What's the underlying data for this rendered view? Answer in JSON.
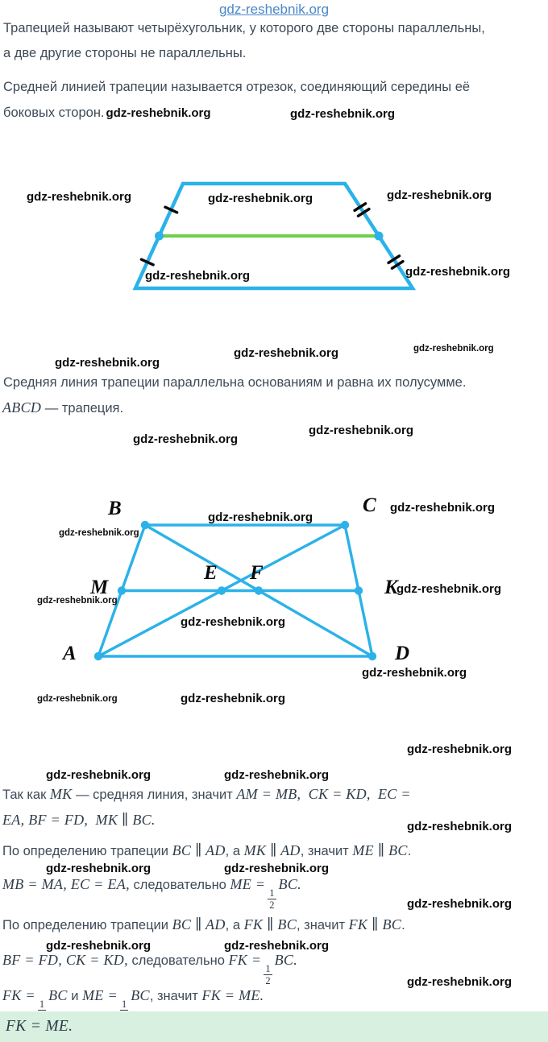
{
  "header": {
    "site_link": "gdz-reshebnik.org"
  },
  "watermark": "gdz-reshebnik.org",
  "colors": {
    "link_blue": "#4a87c9",
    "diagram_cyan": "#2bb2e8",
    "midline_green": "#6fcf4a",
    "result_bg": "#d7f0df",
    "text": "#3d4a57"
  },
  "intro": {
    "line1": "Трапецией называют четырёхугольник, у которого две стороны параллельны,",
    "line2": "а две другие стороны не параллельны.",
    "line3": "Средней линией трапеции называется отрезок, соединяющий середины её",
    "line4": "боковых сторон."
  },
  "property_text": "Средняя линия трапеции параллельна основаниям и равна их полусумме.",
  "abcd_line": [
    {
      "m": "ABCD"
    },
    {
      "t": " — трапеция."
    }
  ],
  "diagram2": {
    "labels": {
      "B": "B",
      "C": "C",
      "M": "M",
      "K": "K",
      "A": "A",
      "D": "D",
      "E": "E",
      "F": "F"
    }
  },
  "solution_lines": [
    [
      {
        "t": "Так как "
      },
      {
        "m": "MK"
      },
      {
        "t": " — средняя линия, значит "
      },
      {
        "m": "AM = MB, CK = KD, EC ="
      }
    ],
    [
      {
        "m": "EA, BF = FD, MK ∥ BC."
      }
    ],
    [
      {
        "t": "По определению трапеции "
      },
      {
        "m": "BC ∥ AD"
      },
      {
        "t": ", а "
      },
      {
        "m": "MK ∥ AD"
      },
      {
        "t": ", значит "
      },
      {
        "m": "ME ∥ BC"
      },
      {
        "t": "."
      }
    ],
    [
      {
        "m": "MB = MA, EC = EA,"
      },
      {
        "t": " следовательно "
      },
      {
        "m": "ME ="
      },
      {
        "f": {
          "n": "1",
          "d": "2"
        }
      },
      {
        "m": "BC."
      }
    ],
    [
      {
        "t": "По определению трапеции "
      },
      {
        "m": "BC ∥ AD"
      },
      {
        "t": ", а "
      },
      {
        "m": "FK ∥ BC"
      },
      {
        "t": ", значит "
      },
      {
        "m": "FK ∥ BC"
      },
      {
        "t": "."
      }
    ],
    [
      {
        "m": "BF = FD, CK = KD,"
      },
      {
        "t": " следовательно "
      },
      {
        "m": "FK ="
      },
      {
        "f": {
          "n": "1",
          "d": "2"
        }
      },
      {
        "m": "BC."
      }
    ],
    [
      {
        "m": "FK ="
      },
      {
        "f": {
          "n": "1",
          "d": "2"
        }
      },
      {
        "m": "BC"
      },
      {
        "t": " и "
      },
      {
        "m": "ME ="
      },
      {
        "f": {
          "n": "1",
          "d": "2"
        }
      },
      {
        "m": "BC"
      },
      {
        "t": ", значит "
      },
      {
        "m": "FK = ME."
      }
    ]
  ],
  "result_line": [
    {
      "m": "FK = ME."
    }
  ]
}
